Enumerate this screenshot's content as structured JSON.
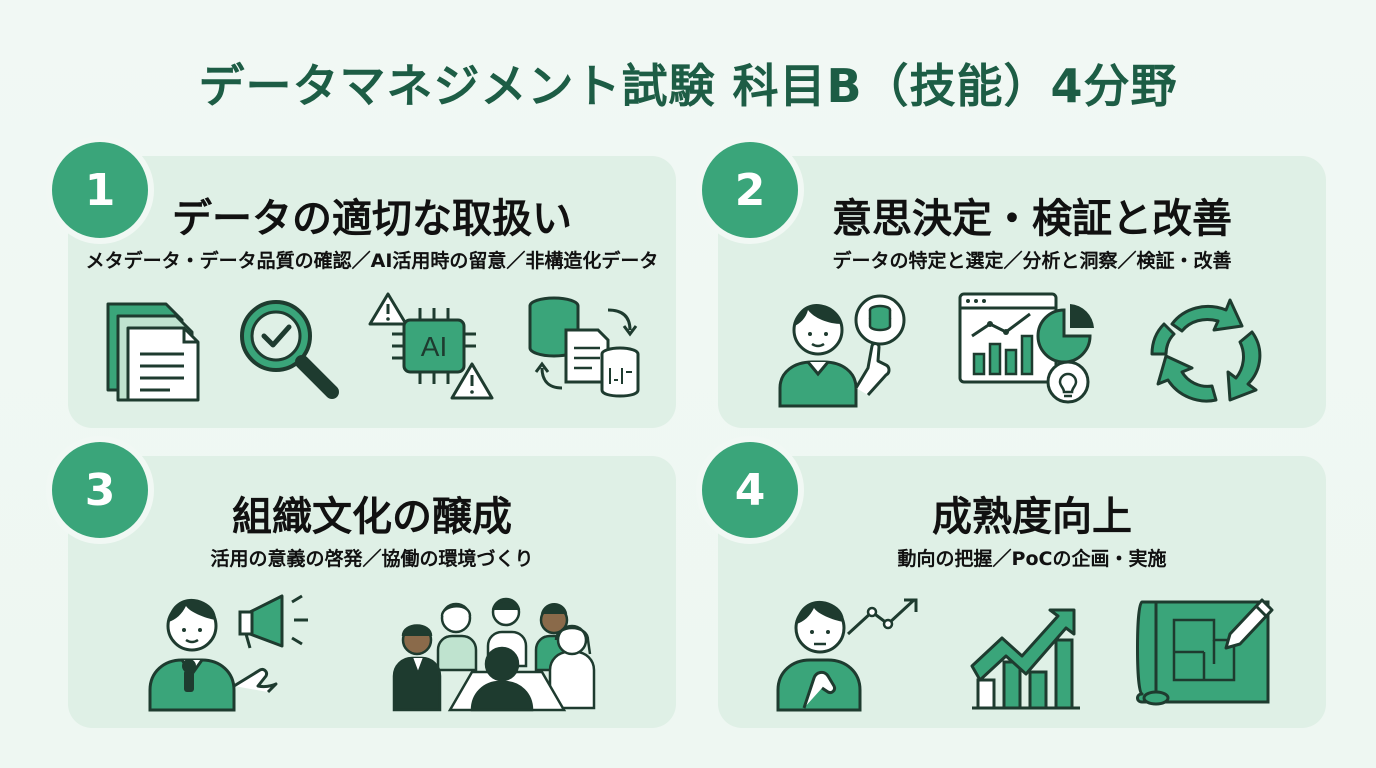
{
  "title": "データマネジメント試験 科目B（技能）4分野",
  "cards": [
    {
      "number": "1",
      "title": "データの適切な取扱い",
      "subtitle": "メタデータ・データ品質の確認／AI活用時の留意／非構造化データ",
      "icons": [
        "documents-icon",
        "magnifier-check-icon",
        "ai-chip-warning-icon",
        "database-transform-icon"
      ]
    },
    {
      "number": "2",
      "title": "意思決定・検証と改善",
      "subtitle": "データの特定と選定／分析と洞察／検証・改善",
      "icons": [
        "person-database-icon",
        "dashboard-chart-icon",
        "cycle-arrows-icon"
      ]
    },
    {
      "number": "3",
      "title": "組織文化の醸成",
      "subtitle": "活用の意義の啓発／協働の環境づくり",
      "icons": [
        "speaker-megaphone-icon",
        "team-meeting-icon"
      ]
    },
    {
      "number": "4",
      "title": "成熟度向上",
      "subtitle": "動向の把握／PoCの企画・実施",
      "icons": [
        "thinking-person-trend-icon",
        "growth-chart-icon",
        "blueprint-pencil-icon"
      ]
    }
  ],
  "icon_text": {
    "ai_chip": "AI"
  },
  "colors": {
    "title": "#1d5d45",
    "accent": "#3aa57a",
    "accent_light": "#6cc49b",
    "card": "#dff0e6",
    "background": "#f1f8f4",
    "stroke": "#1e3b2f"
  }
}
